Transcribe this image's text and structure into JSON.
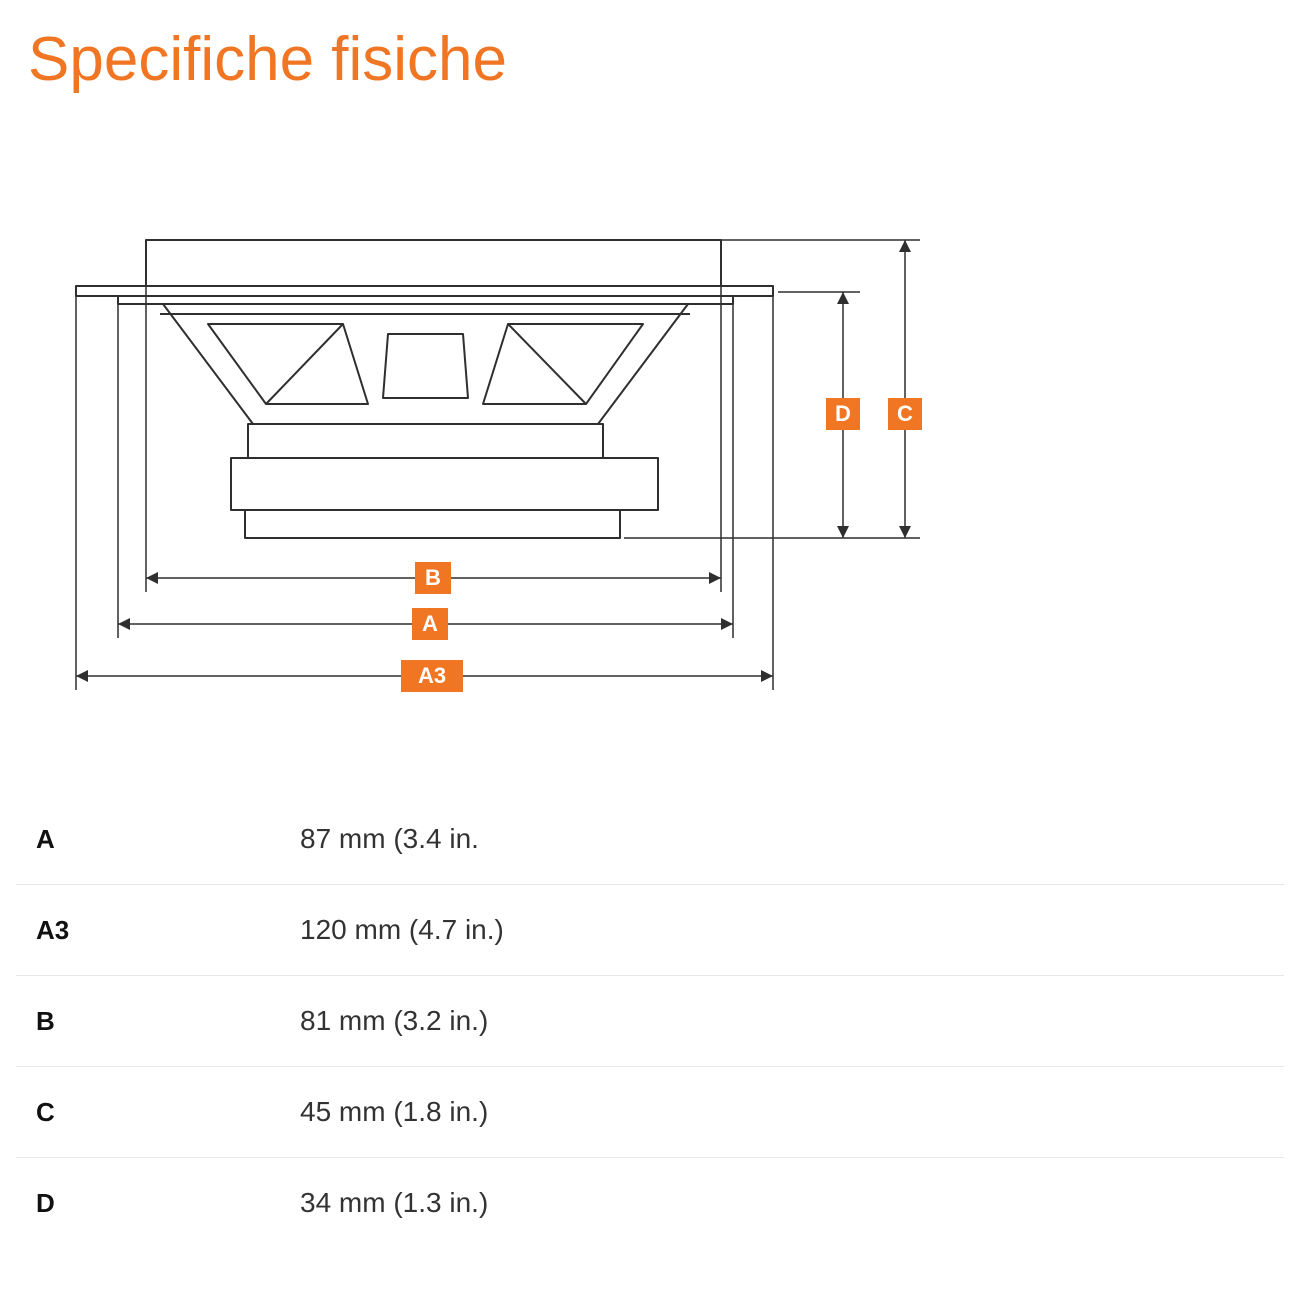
{
  "page": {
    "title": "Specifiche fisiche"
  },
  "diagram": {
    "description": "speaker-side-view-dimension-drawing",
    "accent_color": "#F07623",
    "line_color": "#2f2f2f",
    "labels": {
      "a": "A",
      "a3": "A3",
      "b": "B",
      "c": "C",
      "d": "D"
    }
  },
  "spec_table": {
    "rows": [
      {
        "label": "A",
        "value": "87 mm (3.4 in."
      },
      {
        "label": "A3",
        "value": "120 mm (4.7 in.)"
      },
      {
        "label": "B",
        "value": "81 mm (3.2 in.)"
      },
      {
        "label": "C",
        "value": "45 mm (1.8 in.)"
      },
      {
        "label": "D",
        "value": "34 mm (1.3 in.)"
      }
    ]
  }
}
